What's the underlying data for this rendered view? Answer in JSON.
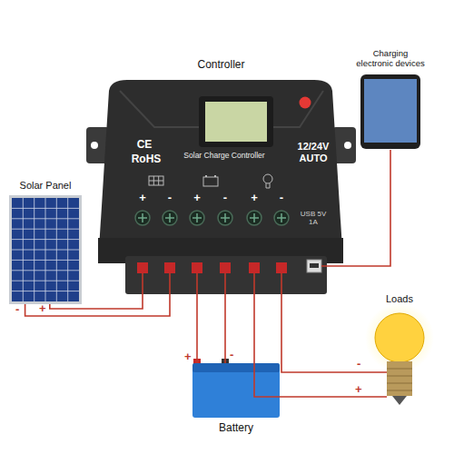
{
  "diagram": {
    "nodes": [
      {
        "text": [
          "Controller",
          "CE",
          "RoHS",
          "Solar Charge Controller",
          "12/24V AUTO",
          "+",
          "-",
          "+",
          "-",
          "+",
          "-",
          "USB 5V 1A"
        ]
      },
      {
        "text": [
          "Charging electronic devices"
        ]
      },
      {
        "text": [
          "Solar Panel"
        ]
      },
      {
        "text": [
          "Loads"
        ]
      },
      {
        "text": [
          "Battery"
        ]
      }
    ],
    "edges": [
      {
        "from": 2,
        "to": 0,
        "arrow": "none"
      },
      {
        "from": 2,
        "to": 0,
        "arrow": "none"
      },
      {
        "from": 4,
        "to": 0,
        "arrow": "none"
      },
      {
        "from": 4,
        "to": 0,
        "arrow": "none"
      },
      {
        "from": 0,
        "to": 3,
        "arrow": "none"
      },
      {
        "from": 0,
        "to": 3,
        "arrow": "none"
      },
      {
        "from": 0,
        "to": 1,
        "arrow": "none"
      }
    ],
    "labels": [
      "-",
      "+",
      "+",
      "-",
      "-",
      "+"
    ]
  }
}
